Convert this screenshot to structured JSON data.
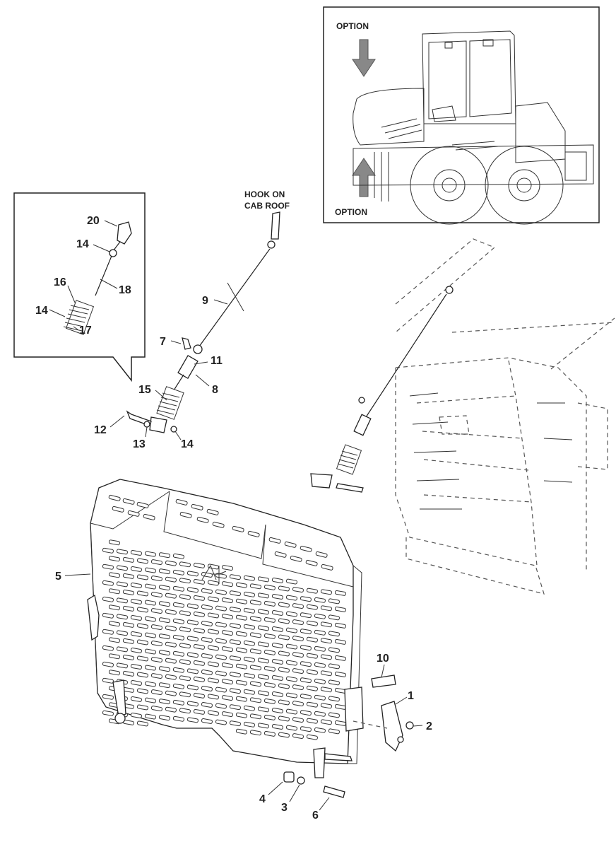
{
  "inset_machine": {
    "option_top": "OPTION",
    "option_bottom": "OPTION"
  },
  "hook_note": {
    "line1": "HOOK ON",
    "line2": "CAB ROOF"
  },
  "detail_callouts": [
    "20",
    "14",
    "18",
    "16",
    "14",
    "17"
  ],
  "callouts": {
    "c1": "1",
    "c2": "2",
    "c3": "3",
    "c4": "4",
    "c5": "5",
    "c6": "6",
    "c7": "7",
    "c8": "8",
    "c9": "9",
    "c10": "10",
    "c11": "11",
    "c12": "12",
    "c13": "13",
    "c14": "14",
    "c15": "15"
  },
  "colors": {
    "line": "#222222",
    "arrow_fill": "#888888",
    "background": "#ffffff"
  }
}
